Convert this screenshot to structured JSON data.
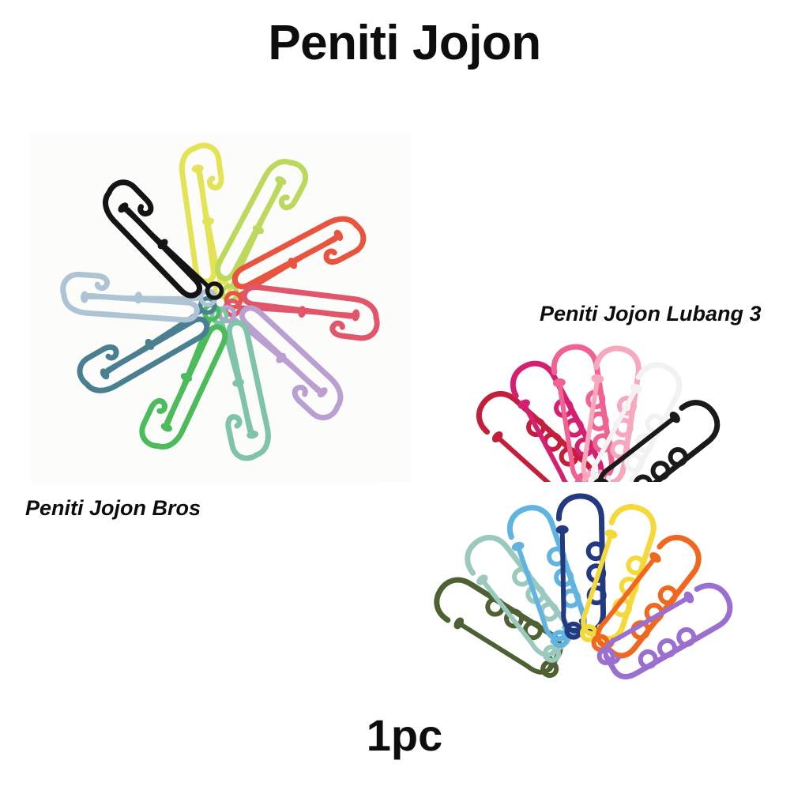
{
  "page": {
    "title": "Peniti Jojon",
    "quantity_label": "1pc",
    "background_color": "#ffffff",
    "text_color": "#0d0d0d"
  },
  "captions": {
    "bros": "Peniti Jojon Bros",
    "lubang3": "Peniti Jojon Lubang 3"
  },
  "products": [
    {
      "id": "peniti-jojon-bros",
      "caption": "Peniti Jojon Bros",
      "layout": "radial-fan",
      "count": 10,
      "pin_style": "plain-kilt-pin",
      "colors": [
        {
          "name": "black",
          "hex": "#141414"
        },
        {
          "name": "yellow",
          "hex": "#e3e355"
        },
        {
          "name": "yellow-green",
          "hex": "#bcd95e"
        },
        {
          "name": "orange-red",
          "hex": "#e8553f"
        },
        {
          "name": "rose-red",
          "hex": "#e0566a"
        },
        {
          "name": "lavender",
          "hex": "#b9a0d0"
        },
        {
          "name": "mint-green",
          "hex": "#7fc4a8"
        },
        {
          "name": "bright-green",
          "hex": "#4cbb5c"
        },
        {
          "name": "teal-blue",
          "hex": "#4a7f91"
        },
        {
          "name": "light-blue",
          "hex": "#aec4d4"
        }
      ]
    },
    {
      "id": "peniti-jojon-lubang-3-warm",
      "caption": "Peniti Jojon Lubang 3",
      "layout": "overlapping-fan",
      "count": 6,
      "pin_style": "three-loop-brooch-pin",
      "colors": [
        {
          "name": "dark-red",
          "hex": "#c31e3a"
        },
        {
          "name": "magenta",
          "hex": "#d42070"
        },
        {
          "name": "hot-pink",
          "hex": "#f06292"
        },
        {
          "name": "light-pink",
          "hex": "#f7a8bd"
        },
        {
          "name": "white",
          "hex": "#f2f2f2"
        },
        {
          "name": "black",
          "hex": "#1a1a1a"
        }
      ]
    },
    {
      "id": "peniti-jojon-lubang-3-cool",
      "caption": "Peniti Jojon Lubang 3",
      "layout": "overlapping-fan",
      "count": 7,
      "pin_style": "three-loop-brooch-pin",
      "colors": [
        {
          "name": "olive-green",
          "hex": "#4d6132"
        },
        {
          "name": "sage-mint",
          "hex": "#9cc9bd"
        },
        {
          "name": "sky-blue",
          "hex": "#62b4e0"
        },
        {
          "name": "navy-blue",
          "hex": "#243a80"
        },
        {
          "name": "yellow",
          "hex": "#f5d83a"
        },
        {
          "name": "orange",
          "hex": "#f06820"
        },
        {
          "name": "purple",
          "hex": "#9a6fd0"
        }
      ]
    }
  ]
}
